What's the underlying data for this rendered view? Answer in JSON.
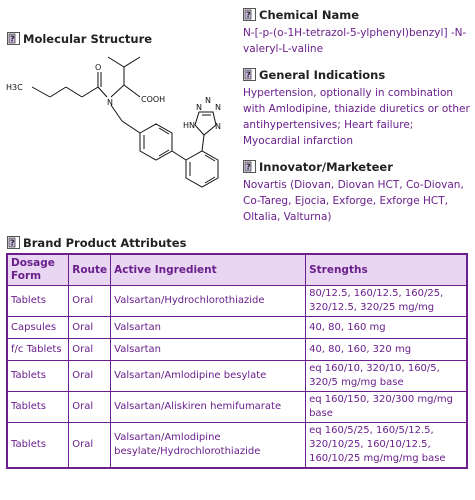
{
  "molecular_structure": {
    "heading": "Molecular Structure"
  },
  "molecule_labels": {
    "h3c": "H3C",
    "o": "O",
    "n": "N",
    "cooh": "COOH",
    "n1": "N",
    "n2": "N",
    "n3": "N",
    "hn": "HN",
    "n_bottom": "N"
  },
  "chemical_name": {
    "heading": "Chemical Name",
    "text": "N-[-p-(o-1H-tetrazol-5-ylphenyl)benzyl] -N-valeryl-L-valine"
  },
  "general_indications": {
    "heading": "General Indications",
    "text": "Hypertension, optionally in combination with Amlodipine, thiazide diuretics or other antihypertensives; Heart failure; Myocardial infarction"
  },
  "innovator": {
    "heading": "Innovator/Marketeer",
    "text": "Novartis (Diovan, Diovan HCT, Co-Diovan, Co-Tareg, Ejocia, Exforge, Exforge HCT, Oltalia, Valturna)"
  },
  "brand_attributes": {
    "heading": "Brand Product Attributes",
    "columns": [
      "Dosage Form",
      "Route",
      "Active Ingredient",
      "Strengths"
    ],
    "rows": [
      {
        "form": "Tablets",
        "route": "Oral",
        "ingredient": "Valsartan/Hydrochlorothiazide",
        "strengths": "80/12.5, 160/12.5, 160/25, 320/12.5, 320/25 mg/mg"
      },
      {
        "form": "Capsules",
        "route": "Oral",
        "ingredient": "Valsartan",
        "strengths": "40, 80, 160 mg"
      },
      {
        "form": "f/c Tablets",
        "route": "Oral",
        "ingredient": "Valsartan",
        "strengths": "40, 80, 160, 320 mg"
      },
      {
        "form": "Tablets",
        "route": "Oral",
        "ingredient": "Valsartan/Amlodipine besylate",
        "strengths": "eq 160/10, 320/10, 160/5, 320/5 mg/mg base"
      },
      {
        "form": "Tablets",
        "route": "Oral",
        "ingredient": "Valsartan/Aliskiren hemifumarate",
        "strengths": "eq 160/150, 320/300 mg/mg base"
      },
      {
        "form": "Tablets",
        "route": "Oral",
        "ingredient": "Valsartan/Amlodipine besylate/Hydrochlorothiazide",
        "strengths": "eq 160/5/25, 160/5/12.5, 320/10/25, 160/10/12.5, 160/10/25 mg/mg/mg base"
      }
    ]
  },
  "colors": {
    "accent": "#6a1f8c",
    "header_bg": "#e9d6f2"
  },
  "icons": {
    "heading_icon": "help-book-icon"
  }
}
